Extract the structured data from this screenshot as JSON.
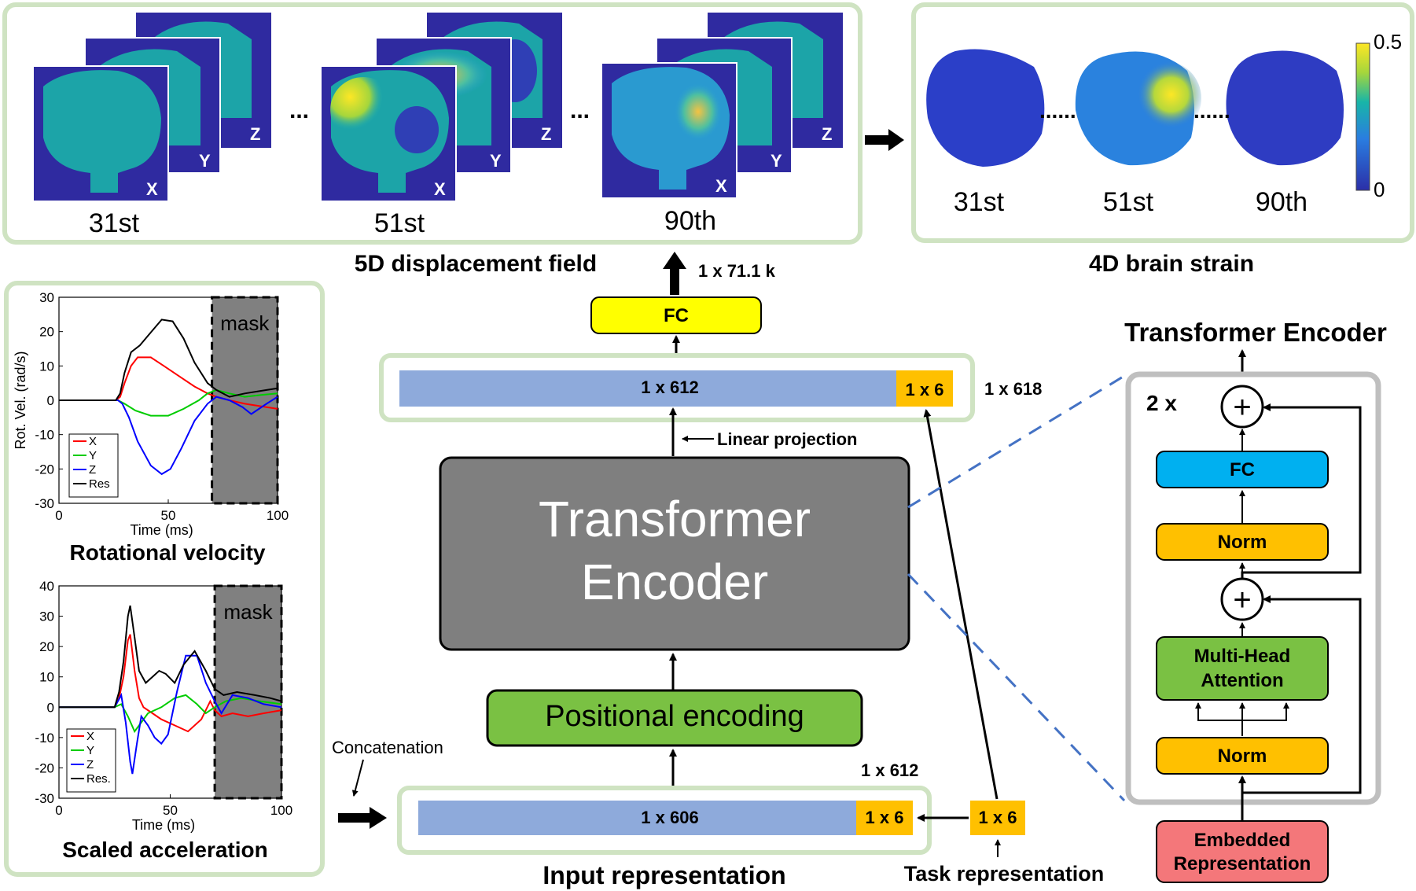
{
  "colors": {
    "panel_border": "#cfe3c2",
    "input_bar": "#8eaadb",
    "task_cell": "#ffc000",
    "fc_top": "#ffff00",
    "encoder_box": "#7f7f7f",
    "positional": "#7ac143",
    "fc_block": "#00b0f0",
    "norm_block": "#ffc000",
    "mha_block": "#7ac143",
    "embedded_block": "#f4777a",
    "dashed_connector": "#4472c4",
    "mask_fill": "#808080",
    "brain_low": "#2b2fa8",
    "brain_mid": "#18a8b5",
    "brain_high": "#fde725"
  },
  "displacement_panel": {
    "title": "5D displacement field",
    "frames": [
      "31st",
      "51st",
      "90th"
    ],
    "axis_letters": [
      "X",
      "Y",
      "Z"
    ],
    "ellipsis": "..."
  },
  "strain_panel": {
    "title": "4D brain strain",
    "frames": [
      "31st",
      "51st",
      "90th"
    ],
    "colorbar_max": "0.5",
    "colorbar_min": "0",
    "ellipsis": "......"
  },
  "left_panel": {
    "velocity_caption": "Rotational velocity",
    "acceleration_caption": "Scaled acceleration",
    "mask_label": "mask"
  },
  "chart_data": [
    {
      "type": "line",
      "title": "Rotational velocity",
      "xlabel": "Time (ms)",
      "ylabel": "Rot. Vel. (rad/s)",
      "xlim": [
        0,
        100
      ],
      "ylim": [
        -30,
        30
      ],
      "xticks": [
        0,
        50,
        100
      ],
      "yticks": [
        30,
        20,
        10,
        0,
        -10,
        -20,
        -30
      ],
      "mask_range": [
        70,
        100
      ],
      "legend_position": "bottom-left",
      "legend": [
        "X",
        "Y",
        "Z",
        "Res"
      ],
      "series": [
        {
          "name": "X",
          "color": "#ff0000",
          "points": [
            [
              0,
              0
            ],
            [
              26,
              0
            ],
            [
              28,
              1
            ],
            [
              30,
              5
            ],
            [
              33,
              10
            ],
            [
              36,
              12.5
            ],
            [
              42,
              12.5
            ],
            [
              48,
              10
            ],
            [
              55,
              7
            ],
            [
              62,
              4
            ],
            [
              68,
              2
            ],
            [
              72,
              1
            ],
            [
              78,
              0
            ],
            [
              85,
              -1
            ],
            [
              95,
              -2
            ],
            [
              100,
              -2.5
            ]
          ]
        },
        {
          "name": "Y",
          "color": "#00cc00",
          "points": [
            [
              0,
              0
            ],
            [
              27,
              0
            ],
            [
              30,
              -1
            ],
            [
              35,
              -3
            ],
            [
              42,
              -4.5
            ],
            [
              50,
              -4.5
            ],
            [
              57,
              -2.5
            ],
            [
              64,
              0
            ],
            [
              68,
              2
            ],
            [
              72,
              3
            ],
            [
              78,
              2
            ],
            [
              85,
              1
            ],
            [
              92,
              1.5
            ],
            [
              100,
              2
            ]
          ]
        },
        {
          "name": "Z",
          "color": "#0000ff",
          "points": [
            [
              0,
              0
            ],
            [
              27,
              0
            ],
            [
              29,
              -1
            ],
            [
              32,
              -5
            ],
            [
              36,
              -12
            ],
            [
              42,
              -19
            ],
            [
              47,
              -21.5
            ],
            [
              51,
              -20
            ],
            [
              56,
              -14
            ],
            [
              62,
              -6
            ],
            [
              68,
              -1
            ],
            [
              72,
              1
            ],
            [
              78,
              0
            ],
            [
              84,
              -2
            ],
            [
              88,
              -4
            ],
            [
              95,
              -1
            ],
            [
              100,
              1
            ]
          ]
        },
        {
          "name": "Res",
          "color": "#000000",
          "points": [
            [
              0,
              0
            ],
            [
              26,
              0
            ],
            [
              28,
              2
            ],
            [
              30,
              8
            ],
            [
              33,
              14
            ],
            [
              37,
              16
            ],
            [
              41,
              19
            ],
            [
              47,
              23.5
            ],
            [
              52,
              23
            ],
            [
              57,
              18
            ],
            [
              62,
              11
            ],
            [
              68,
              5
            ],
            [
              72,
              3
            ],
            [
              78,
              1
            ],
            [
              85,
              2
            ],
            [
              95,
              3
            ],
            [
              100,
              3.5
            ]
          ]
        }
      ]
    },
    {
      "type": "line",
      "title": "Scaled acceleration",
      "xlabel": "Time (ms)",
      "ylabel": "",
      "xlim": [
        0,
        100
      ],
      "ylim": [
        -30,
        40
      ],
      "xticks": [
        0,
        50,
        100
      ],
      "yticks": [
        40,
        30,
        20,
        10,
        0,
        -10,
        -20,
        -30
      ],
      "mask_range": [
        70,
        100
      ],
      "legend_position": "bottom-left",
      "legend": [
        "X",
        "Y",
        "Z",
        "Res."
      ],
      "series": [
        {
          "name": "X",
          "color": "#ff0000",
          "points": [
            [
              0,
              0
            ],
            [
              25,
              0
            ],
            [
              27,
              3
            ],
            [
              29,
              10
            ],
            [
              31,
              22
            ],
            [
              32,
              24
            ],
            [
              34,
              12
            ],
            [
              36,
              3
            ],
            [
              38,
              0
            ],
            [
              42,
              -2
            ],
            [
              46,
              -4
            ],
            [
              52,
              -6
            ],
            [
              58,
              -8
            ],
            [
              64,
              -4
            ],
            [
              68,
              2
            ],
            [
              70,
              -1
            ],
            [
              73,
              -3
            ],
            [
              78,
              -2
            ],
            [
              85,
              -3
            ],
            [
              92,
              -2
            ],
            [
              100,
              -1
            ]
          ]
        },
        {
          "name": "Y",
          "color": "#00cc00",
          "points": [
            [
              0,
              0
            ],
            [
              25,
              0
            ],
            [
              28,
              1
            ],
            [
              31,
              -3
            ],
            [
              34,
              -8
            ],
            [
              37,
              -5
            ],
            [
              40,
              -2
            ],
            [
              46,
              0
            ],
            [
              52,
              3
            ],
            [
              57,
              4
            ],
            [
              62,
              1
            ],
            [
              66,
              -2
            ],
            [
              70,
              0
            ],
            [
              75,
              2
            ],
            [
              82,
              3
            ],
            [
              90,
              2
            ],
            [
              100,
              1
            ]
          ]
        },
        {
          "name": "Z",
          "color": "#0000ff",
          "points": [
            [
              0,
              0
            ],
            [
              25,
              0
            ],
            [
              28,
              4
            ],
            [
              30,
              -5
            ],
            [
              32,
              -18
            ],
            [
              33,
              -22
            ],
            [
              35,
              -12
            ],
            [
              37,
              -3
            ],
            [
              40,
              -6
            ],
            [
              43,
              -10
            ],
            [
              46,
              -12
            ],
            [
              49,
              -9
            ],
            [
              53,
              5
            ],
            [
              57,
              17
            ],
            [
              62,
              17
            ],
            [
              66,
              8
            ],
            [
              70,
              2
            ],
            [
              73,
              -2
            ],
            [
              78,
              4
            ],
            [
              85,
              3
            ],
            [
              92,
              1
            ],
            [
              100,
              0
            ]
          ]
        },
        {
          "name": "Res.",
          "color": "#000000",
          "points": [
            [
              0,
              0
            ],
            [
              25,
              0
            ],
            [
              27,
              5
            ],
            [
              29,
              15
            ],
            [
              31,
              30
            ],
            [
              32,
              33.5
            ],
            [
              34,
              23
            ],
            [
              36,
              12
            ],
            [
              39,
              8
            ],
            [
              42,
              10
            ],
            [
              45,
              12
            ],
            [
              48,
              11
            ],
            [
              52,
              8
            ],
            [
              56,
              14
            ],
            [
              61,
              18.5
            ],
            [
              66,
              12
            ],
            [
              70,
              6
            ],
            [
              74,
              4
            ],
            [
              80,
              5
            ],
            [
              88,
              4
            ],
            [
              95,
              3
            ],
            [
              100,
              2
            ]
          ]
        }
      ]
    }
  ],
  "center": {
    "output_dim": "1 x 71.1 k",
    "fc_label": "FC",
    "out_bar_label": "1 x 612",
    "out_task_label": "1 x 6",
    "out_total": "1 x 618",
    "linear_projection": "Linear projection",
    "encoder_line1": "Transformer",
    "encoder_line2": "Encoder",
    "positional_label": "Positional encoding",
    "concat_total": "1 x 612",
    "in_bar_label": "1 x 606",
    "in_task_label": "1 x 6",
    "task_box_label": "1 x 6",
    "concatenation_label": "Concatenation",
    "input_rep_label": "Input representation",
    "task_rep_label": "Task representation"
  },
  "encoder_detail": {
    "title": "Transformer Encoder",
    "repeat": "2 x",
    "plus": "+",
    "fc": "FC",
    "norm_top": "Norm",
    "mha_line1": "Multi-Head",
    "mha_line2": "Attention",
    "norm_bottom": "Norm",
    "embedded_line1": "Embedded",
    "embedded_line2": "Representation"
  }
}
